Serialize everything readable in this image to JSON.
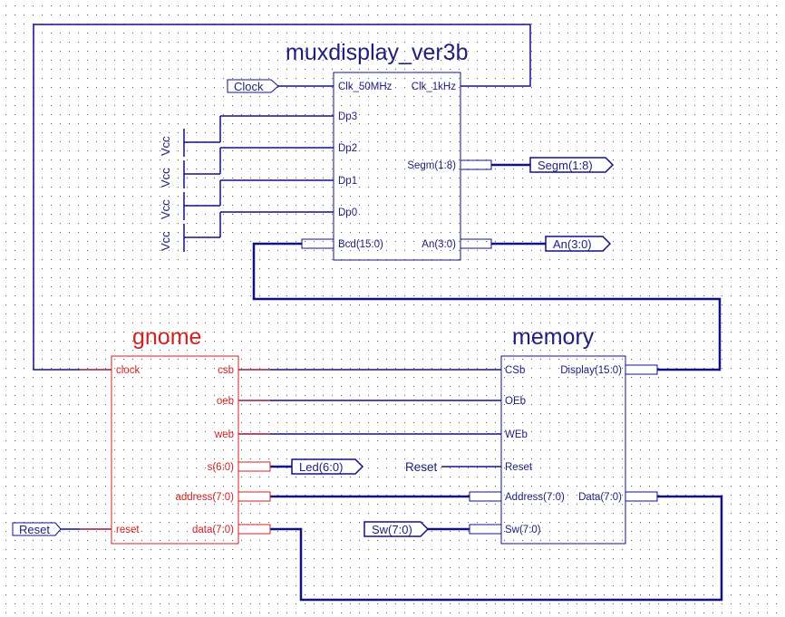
{
  "colors": {
    "wire": "#101088",
    "text": "#20207a",
    "gnome": "#cc2222",
    "grid": "#555555",
    "background": "#ffffff"
  },
  "mux": {
    "title": "muxdisplay_ver3b",
    "pin_clk50": "Clk_50MHz",
    "pin_clk1k": "Clk_1kHz",
    "pin_dp3": "Dp3",
    "pin_dp2": "Dp2",
    "pin_dp1": "Dp1",
    "pin_dp0": "Dp0",
    "pin_segm": "Segm(1:8)",
    "pin_bcd": "Bcd(15:0)",
    "pin_an": "An(3:0)"
  },
  "vcc": [
    "Vcc",
    "Vcc",
    "Vcc",
    "Vcc"
  ],
  "ports": {
    "clock": "Clock",
    "segm": "Segm(1:8)",
    "an": "An(3:0)",
    "led": "Led(6:0)",
    "reset_in": "Reset",
    "sw": "Sw(7:0)"
  },
  "gnome": {
    "title": "gnome",
    "pin_clock": "clock",
    "pin_reset": "reset",
    "pin_csb": "csb",
    "pin_oeb": "oeb",
    "pin_web": "web",
    "pin_s": "s(6:0)",
    "pin_address": "address(7:0)",
    "pin_data": "data(7:0)"
  },
  "memory": {
    "title": "memory",
    "pin_csb": "CSb",
    "pin_oeb": "OEb",
    "pin_web": "WEb",
    "pin_reset": "Reset",
    "pin_address": "Address(7:0)",
    "pin_sw": "Sw(7:0)",
    "pin_display": "Display(15:0)",
    "pin_data": "Data(7:0)"
  },
  "net_label_reset": "Reset"
}
